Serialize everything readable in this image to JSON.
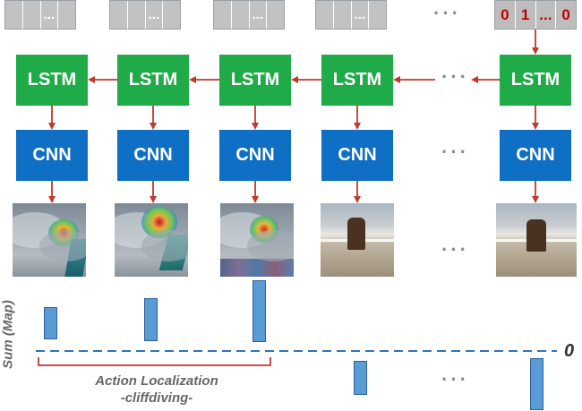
{
  "input_sequence": {
    "ellipsis": "...",
    "label_values": [
      "0",
      "1",
      "...",
      "0"
    ]
  },
  "lstm_label": "LSTM",
  "cnn_label": "CNN",
  "ellipsis": "···",
  "y_axis_label": "Sum (Map)",
  "zero_label": "0",
  "action_localization": {
    "title": "Action Localization",
    "subtitle": "-cliffdiving-"
  },
  "colors": {
    "lstm": "#1fab48",
    "cnn": "#0e6fc4",
    "arrow": "#c0392b",
    "bar": "#5b9bd5",
    "baseline": "#2e75b6",
    "brace": "#c0392b"
  }
}
